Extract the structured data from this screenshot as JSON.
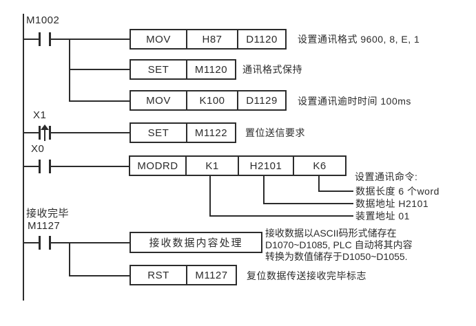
{
  "colors": {
    "line": "#2b2b2b",
    "background": "#ffffff"
  },
  "contacts": {
    "m1002": {
      "label": "M1002"
    },
    "x1": {
      "label": "X1"
    },
    "x0": {
      "label": "X0"
    },
    "m1127": {
      "label": "M1127",
      "note": "接收完毕"
    }
  },
  "boxes": {
    "mov1": {
      "op": "MOV",
      "a": "H87",
      "b": "D1120"
    },
    "set1": {
      "op": "SET",
      "a": "M1120"
    },
    "mov2": {
      "op": "MOV",
      "a": "K100",
      "b": "D1129"
    },
    "set2": {
      "op": "SET",
      "a": "M1122"
    },
    "modrd": {
      "op": "MODRD",
      "a": "K1",
      "b": "H2101",
      "c": "K6"
    },
    "process": {
      "op": "接收数据内容处理"
    },
    "rst": {
      "op": "RST",
      "a": "M1127"
    }
  },
  "comments": {
    "mov1": "设置通讯格式 9600, 8, E, 1",
    "set1": "通讯格式保持",
    "mov2": "设置通讯逾时时间 100ms",
    "set2": "置位送信要求",
    "modrd_title": "设置通讯命令:",
    "modrd_k6": "数据长度 6 个word",
    "modrd_h2101": "数据地址 H2101",
    "modrd_k1": "装置地址 01",
    "process_line1": "接收数据以ASCII码形式储存在",
    "process_line2": "D1070~D1085, PLC 自动将其内容",
    "process_line3": "转换为数值储存于D1050~D1055.",
    "rst": "复位数据传送接收完毕标志"
  }
}
